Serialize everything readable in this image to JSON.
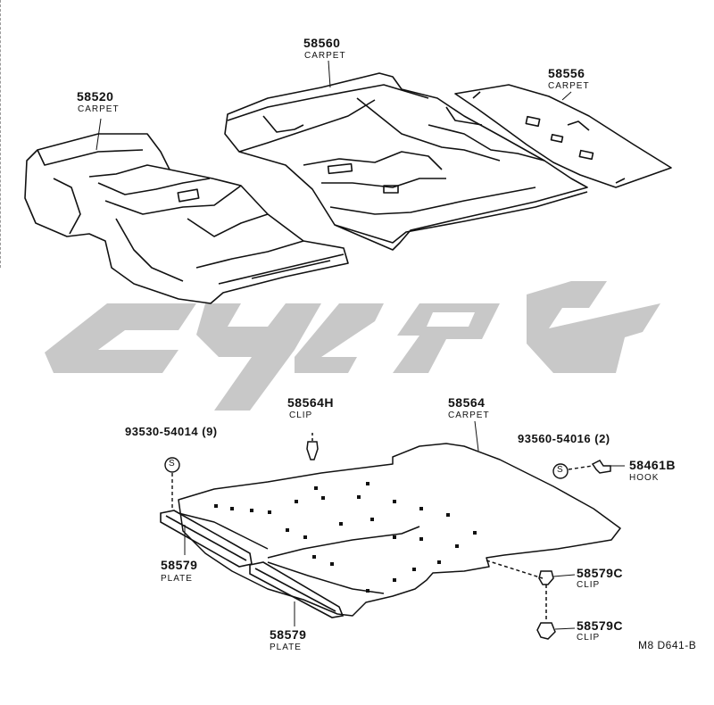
{
  "parts": {
    "p58520": {
      "number": "58520",
      "name": "CARPET"
    },
    "p58560": {
      "number": "58560",
      "name": "CARPET"
    },
    "p58556": {
      "number": "58556",
      "name": "CARPET"
    },
    "p58564H": {
      "number": "58564H",
      "name": "CLIP"
    },
    "p58564": {
      "number": "58564",
      "name": "CARPET"
    },
    "p93530": {
      "number": "93530-54014 (9)"
    },
    "p93560": {
      "number": "93560-54016 (2)"
    },
    "p58461B": {
      "number": "58461B",
      "name": "HOOK"
    },
    "p58579a": {
      "number": "58579",
      "name": "PLATE"
    },
    "p58579b": {
      "number": "58579",
      "name": "PLATE"
    },
    "p58579C_1": {
      "number": "58579C",
      "name": "CLIP"
    },
    "p58579C_2": {
      "number": "58579C",
      "name": "CLIP"
    }
  },
  "screw_symbol": "S",
  "diagram_code": "M8 D641-B",
  "colors": {
    "line": "#111111",
    "watermark": "#c8c8c8",
    "background": "#ffffff"
  }
}
